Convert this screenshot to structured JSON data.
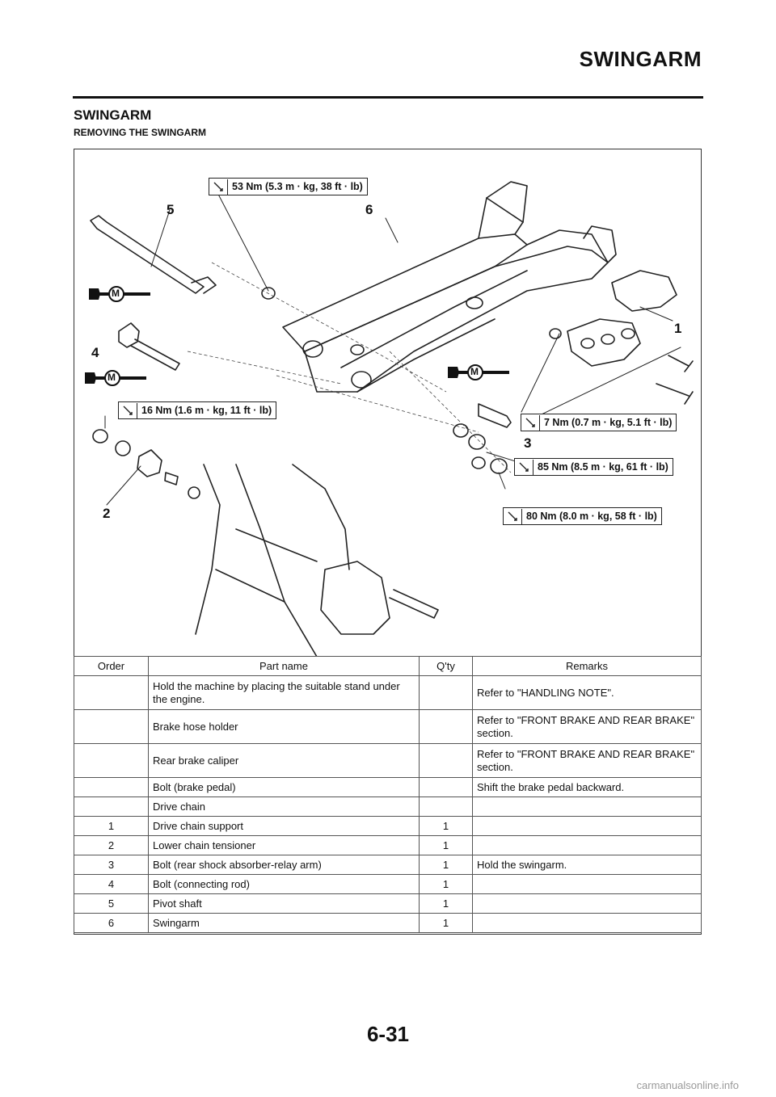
{
  "header": {
    "title": "SWINGARM"
  },
  "section": {
    "title": "SWINGARM",
    "subtitle": "REMOVING THE SWINGARM"
  },
  "diagram": {
    "torque_labels": [
      "53 Nm (5.3 m · kg, 38 ft · lb)",
      "16 Nm (1.6 m · kg, 11 ft · lb)",
      "7 Nm (0.7 m · kg, 5.1 ft · lb)",
      "85 Nm (8.5 m · kg, 61 ft · lb)",
      "80 Nm (8.0 m · kg, 58 ft · lb)"
    ],
    "callouts": [
      "1",
      "2",
      "3",
      "4",
      "5",
      "6"
    ],
    "grease_mark": "M"
  },
  "table": {
    "headers": {
      "order": "Order",
      "part": "Part name",
      "qty": "Q'ty",
      "remarks": "Remarks"
    },
    "rows": [
      {
        "order": "",
        "part": "Hold the machine by placing the suitable stand under the engine.",
        "qty": "",
        "remarks": "Refer to \"HANDLING NOTE\"."
      },
      {
        "order": "",
        "part": "Brake hose holder",
        "qty": "",
        "remarks": "Refer to \"FRONT BRAKE AND REAR BRAKE\" section."
      },
      {
        "order": "",
        "part": "Rear brake caliper",
        "qty": "",
        "remarks": "Refer to \"FRONT BRAKE AND REAR BRAKE\" section."
      },
      {
        "order": "",
        "part": "Bolt (brake pedal)",
        "qty": "",
        "remarks": "Shift the brake pedal backward."
      },
      {
        "order": "",
        "part": "Drive chain",
        "qty": "",
        "remarks": ""
      },
      {
        "order": "1",
        "part": "Drive chain support",
        "qty": "1",
        "remarks": ""
      },
      {
        "order": "2",
        "part": "Lower chain tensioner",
        "qty": "1",
        "remarks": ""
      },
      {
        "order": "3",
        "part": "Bolt (rear shock absorber-relay arm)",
        "qty": "1",
        "remarks": "Hold the swingarm."
      },
      {
        "order": "4",
        "part": "Bolt (connecting rod)",
        "qty": "1",
        "remarks": ""
      },
      {
        "order": "5",
        "part": "Pivot shaft",
        "qty": "1",
        "remarks": ""
      },
      {
        "order": "6",
        "part": "Swingarm",
        "qty": "1",
        "remarks": ""
      }
    ]
  },
  "footer": {
    "page": "6-31",
    "watermark": "carmanualsonline.info"
  }
}
